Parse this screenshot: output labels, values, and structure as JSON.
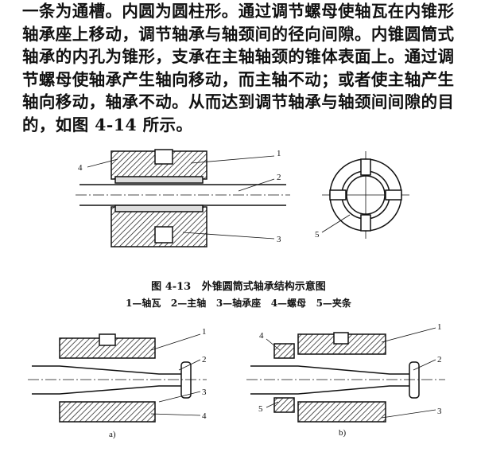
{
  "paragraph": [
    "一条为通槽。内圆为圆柱形。通过调节螺母使轴瓦在内锥形",
    "轴承座上移动，调节轴承与轴颈间的径向间隙。内锥圆筒式",
    "轴承的内孔为锥形，支承在主轴轴颈的锥体表面上。通过调",
    "节螺母使轴承产生轴向移动，而主轴不动；或者使主轴产生",
    "轴向移动，轴承不动。从而达到调节轴承与轴颈间间隙的目",
    "的，如图 4-14 所示。"
  ],
  "figure_4_13": {
    "caption": "图 4-13   外锥圆筒式轴承结构示意图",
    "legend": "1—轴瓦   2—主轴   3—轴承座   4—螺母   5—夹条",
    "labels": {
      "l1": "1",
      "l2": "2",
      "l3": "3",
      "l4": "4",
      "l5": "5"
    }
  },
  "figure_4_14": {
    "a": {
      "sub": "a)",
      "l1": "1",
      "l2": "2",
      "l3": "3",
      "l4": "4"
    },
    "b": {
      "sub": "b)",
      "l1": "1",
      "l2": "2",
      "l3": "3",
      "l4": "4",
      "l5": "5"
    }
  }
}
